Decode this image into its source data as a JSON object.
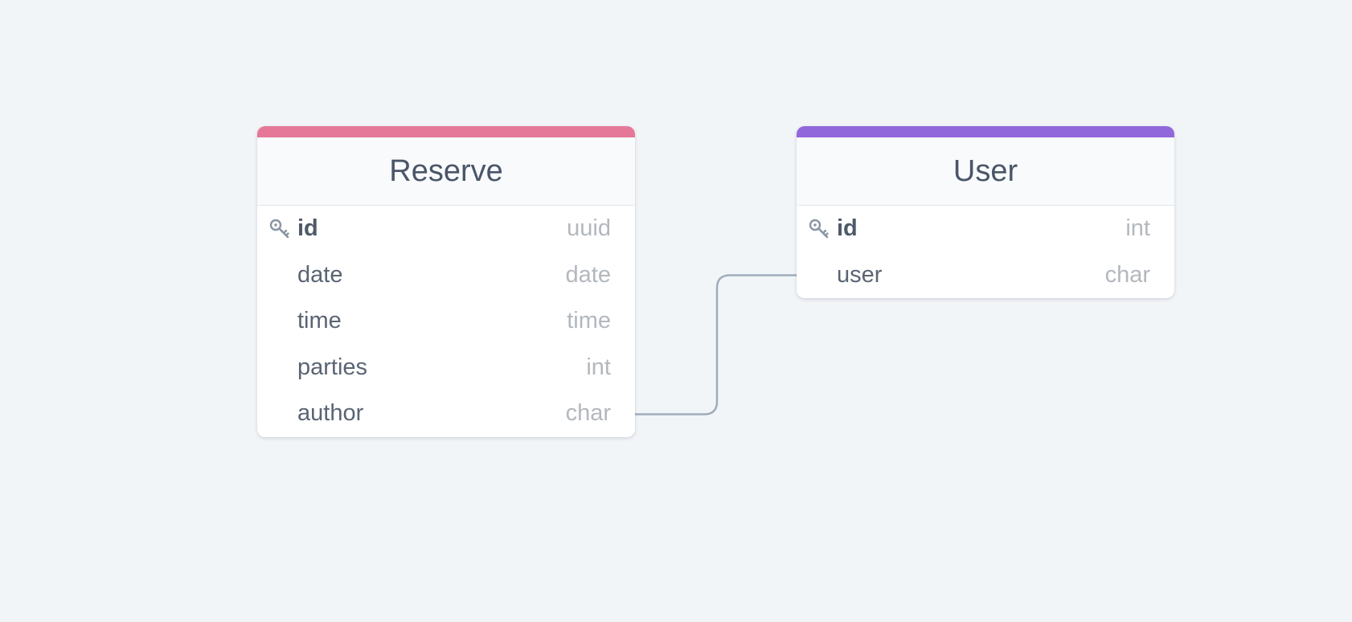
{
  "tables": [
    {
      "name": "Reserve",
      "color": "#e57898",
      "columns": [
        {
          "name": "id",
          "type": "uuid",
          "pk": true
        },
        {
          "name": "date",
          "type": "date",
          "pk": false
        },
        {
          "name": "time",
          "type": "time",
          "pk": false
        },
        {
          "name": "parties",
          "type": "int",
          "pk": false
        },
        {
          "name": "author",
          "type": "char",
          "pk": false
        }
      ]
    },
    {
      "name": "User",
      "color": "#9168dc",
      "columns": [
        {
          "name": "id",
          "type": "int",
          "pk": true
        },
        {
          "name": "user",
          "type": "char",
          "pk": false
        }
      ]
    }
  ],
  "relationships": [
    {
      "from": "Reserve.author",
      "to": "User.user"
    }
  ],
  "colors": {
    "background": "#f2f5f8",
    "connector": "#a0adbd",
    "key_icon": "#8a95a3"
  },
  "icons": {
    "primary_key": "key-icon"
  }
}
